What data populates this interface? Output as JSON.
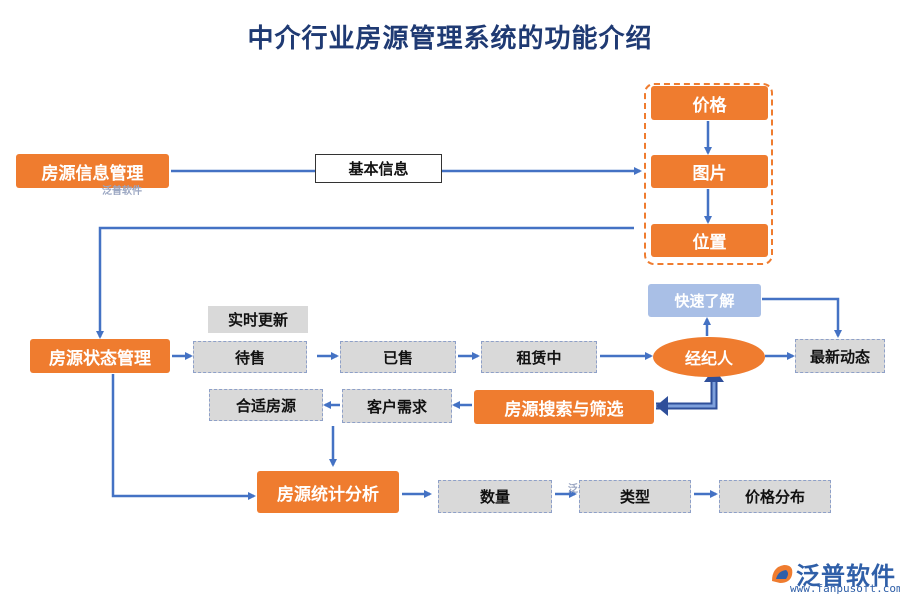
{
  "title": "中介行业房源管理系统的功能介绍",
  "nodes": {
    "info_mgmt": "房源信息管理",
    "basic_info": "基本信息",
    "price": "价格",
    "picture": "图片",
    "location": "位置",
    "status_mgmt": "房源状态管理",
    "realtime_update": "实时更新",
    "for_sale": "待售",
    "sold": "已售",
    "renting": "租赁中",
    "agent": "经纪人",
    "quick_understand": "快速了解",
    "latest_updates": "最新动态",
    "suitable_listing": "合适房源",
    "customer_needs": "客户需求",
    "search_filter": "房源搜索与筛选",
    "stats_analysis": "房源统计分析",
    "quantity": "数量",
    "type": "类型",
    "price_distribution": "价格分布"
  },
  "watermark": {
    "small_text": "泛普软件",
    "logo_text": "泛普软件",
    "url": "www.fanpusoft.com"
  },
  "colors": {
    "orange": "#ef7c2f",
    "arrow_blue": "#4472c4",
    "title": "#1f3a73",
    "gray_box": "#d9d9d9",
    "light_blue": "#a9bfe6"
  }
}
